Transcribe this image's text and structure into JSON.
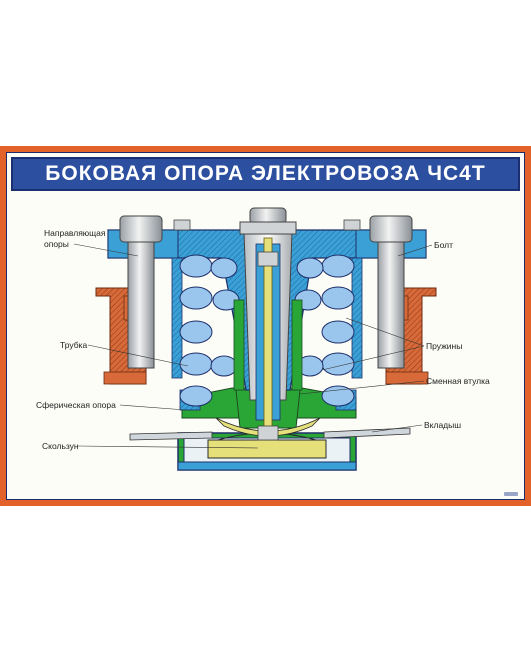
{
  "poster": {
    "title": "БОКОВАЯ ОПОРА ЭЛЕКТРОВОЗА ЧС4Т"
  },
  "labels": {
    "guide_line1": "Направляющая",
    "guide_line2": "опоры",
    "bolt": "Болт",
    "tube": "Трубка",
    "springs": "Пружины",
    "bushing": "Сменная втулка",
    "spherical": "Сферическая опора",
    "liner": "Вкладыш",
    "slider": "Скользун"
  },
  "colors": {
    "frame_orange": "#e2622a",
    "title_blue": "#2d4fa0",
    "housing_blue": "#3aa0d6",
    "spring_blue": "#9ac6ee",
    "bushing_green": "#2aa637",
    "slider_yellow": "#e6e07a",
    "bracket_orange": "#d86a3a"
  }
}
